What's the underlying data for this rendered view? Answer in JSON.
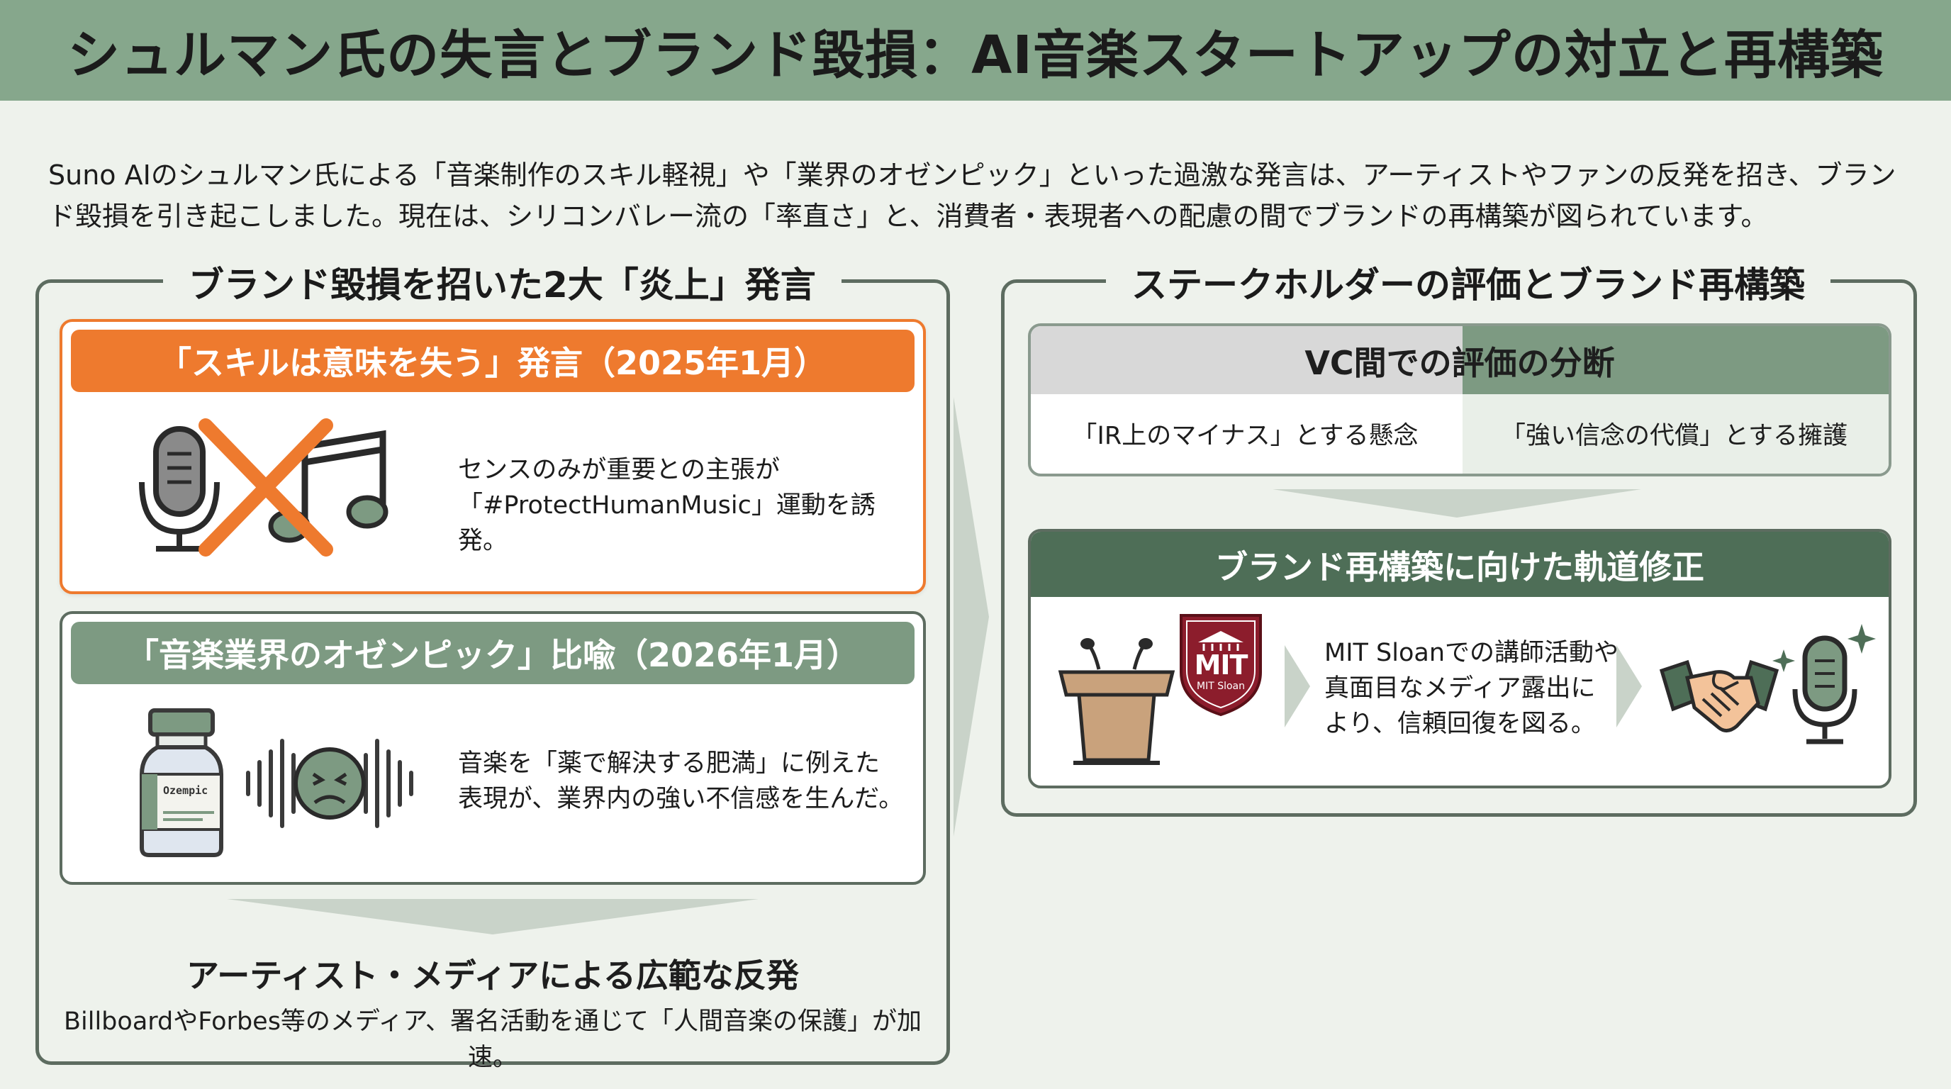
{
  "header": {
    "title": "シュルマン氏の失言とブランド毀損：AI音楽スタートアップの対立と再構築"
  },
  "intro": {
    "text": "Suno AIのシュルマン氏による「音楽制作のスキル軽視」や「業界のオゼンピック」といった過激な発言は、アーティストやファンの反発を招き、ブランド毀損を引き起こしました。現在は、シリコンバレー流の「率直さ」と、消費者・表現者への配慮の間でブランドの再構築が図られています。"
  },
  "left_panel": {
    "title": "ブランド毀損を招いた2大「炎上」発言",
    "card1": {
      "heading": "「スキルは意味を失う」発言（2025年1月）",
      "line1": "センスのみが重要との主張が",
      "line2": "「#ProtectHumanMusic」運動を誘発。"
    },
    "card2": {
      "heading": "「音楽業界のオゼンピック」比喩（2026年1月）",
      "bottle_label": "Ozempic",
      "line1": "音楽を「薬で解決する肥満」に例えた",
      "line2": "表現が、業界内の強い不信感を生んだ。"
    },
    "result": {
      "heading": "アーティスト・メディアによる広範な反発",
      "text": "BillboardやForbes等のメディア、署名活動を通じて「人間音楽の保護」が加速。"
    }
  },
  "right_panel": {
    "title": "ステークホルダーの評価とブランド再構築",
    "vc": {
      "heading": "VC間での評価の分断",
      "left": "「IR上のマイナス」とする懸念",
      "right": "「強い信念の代償」とする擁護"
    },
    "rebuild": {
      "heading": "ブランド再構築に向けた軌道修正",
      "badge_main": "MIT",
      "badge_sub": "MIT Sloan",
      "line1": "MIT Sloanでの講師活動や",
      "line2": "真面目なメディア露出に",
      "line3": "より、信頼回復を図る。"
    }
  },
  "colors": {
    "header": "#86a78c",
    "orange": "#ee7a2e",
    "sage": "#7d9a82",
    "dark_green": "#4e6e57",
    "mit_red": "#8c1d2c"
  }
}
